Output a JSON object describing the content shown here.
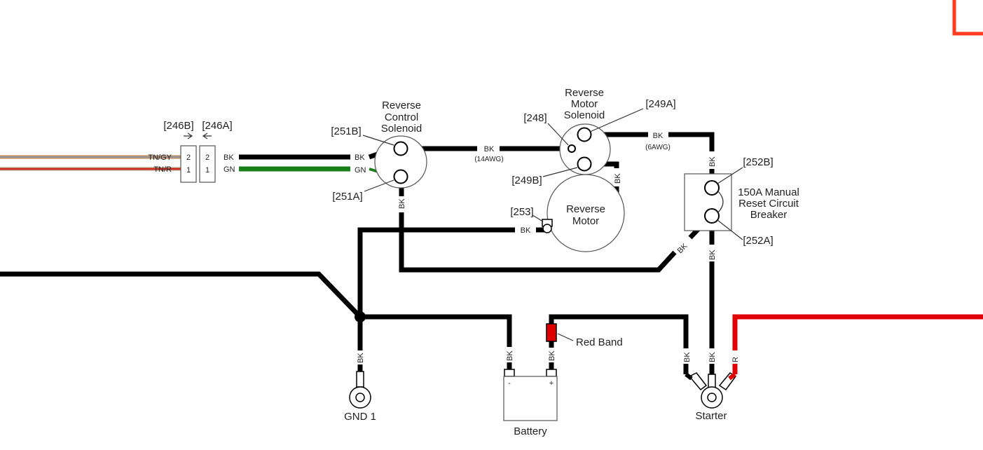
{
  "colors": {
    "black_wire": "#000000",
    "red_wire": "#e00000",
    "green_wire": "#1a7f1a",
    "tan": "#b48c6e",
    "gray": "#9a9a9a",
    "corner_mark": "#ff3b1f"
  },
  "connector": {
    "left_label": "[246B]",
    "right_label": "[246A]",
    "pin_2": "2",
    "pin_1": "1",
    "wire_top_left": "TN/GY",
    "wire_bottom_left": "TN/R",
    "wire_top_right": "BK",
    "wire_bottom_right": "GN"
  },
  "reverse_control_solenoid": {
    "title_line1": "Reverse",
    "title_line2": "Control",
    "title_line3": "Solenoid",
    "terminal_top": "[251B]",
    "terminal_bottom": "[251A]",
    "wire_in_top": "BK",
    "wire_in_bottom": "GN",
    "wire_down": "BK"
  },
  "control_to_motor_wire": {
    "color": "BK",
    "gauge": "(14AWG)"
  },
  "reverse_motor_solenoid": {
    "title_line1": "Reverse",
    "title_line2": "Motor",
    "title_line3": "Solenoid",
    "terminal_small": "[248]",
    "terminal_top": "[249A]",
    "terminal_bottom": "[249B]",
    "wire_to_motor": "BK"
  },
  "solenoid_to_breaker_wire": {
    "color": "BK",
    "gauge": "(6AWG)"
  },
  "reverse_motor": {
    "title_line1": "Reverse",
    "title_line2": "Motor",
    "ground_terminal": "[253]",
    "ground_wire": "BK"
  },
  "circuit_breaker": {
    "title_line1": "150A Manual",
    "title_line2": "Reset Circuit",
    "title_line3": "Breaker",
    "terminal_top": "[252B]",
    "terminal_bottom": "[252A]",
    "wire_top": "BK",
    "wire_bottom": "BK",
    "wire_diag": "BK"
  },
  "gnd": {
    "label": "GND 1",
    "wire": "BK"
  },
  "battery": {
    "label": "Battery",
    "minus": "-",
    "plus": "+",
    "wire_neg": "BK",
    "wire_pos": "BK",
    "band_label": "Red Band"
  },
  "starter": {
    "label": "Starter",
    "wire_1": "BK",
    "wire_2": "BK",
    "wire_3": "R"
  }
}
